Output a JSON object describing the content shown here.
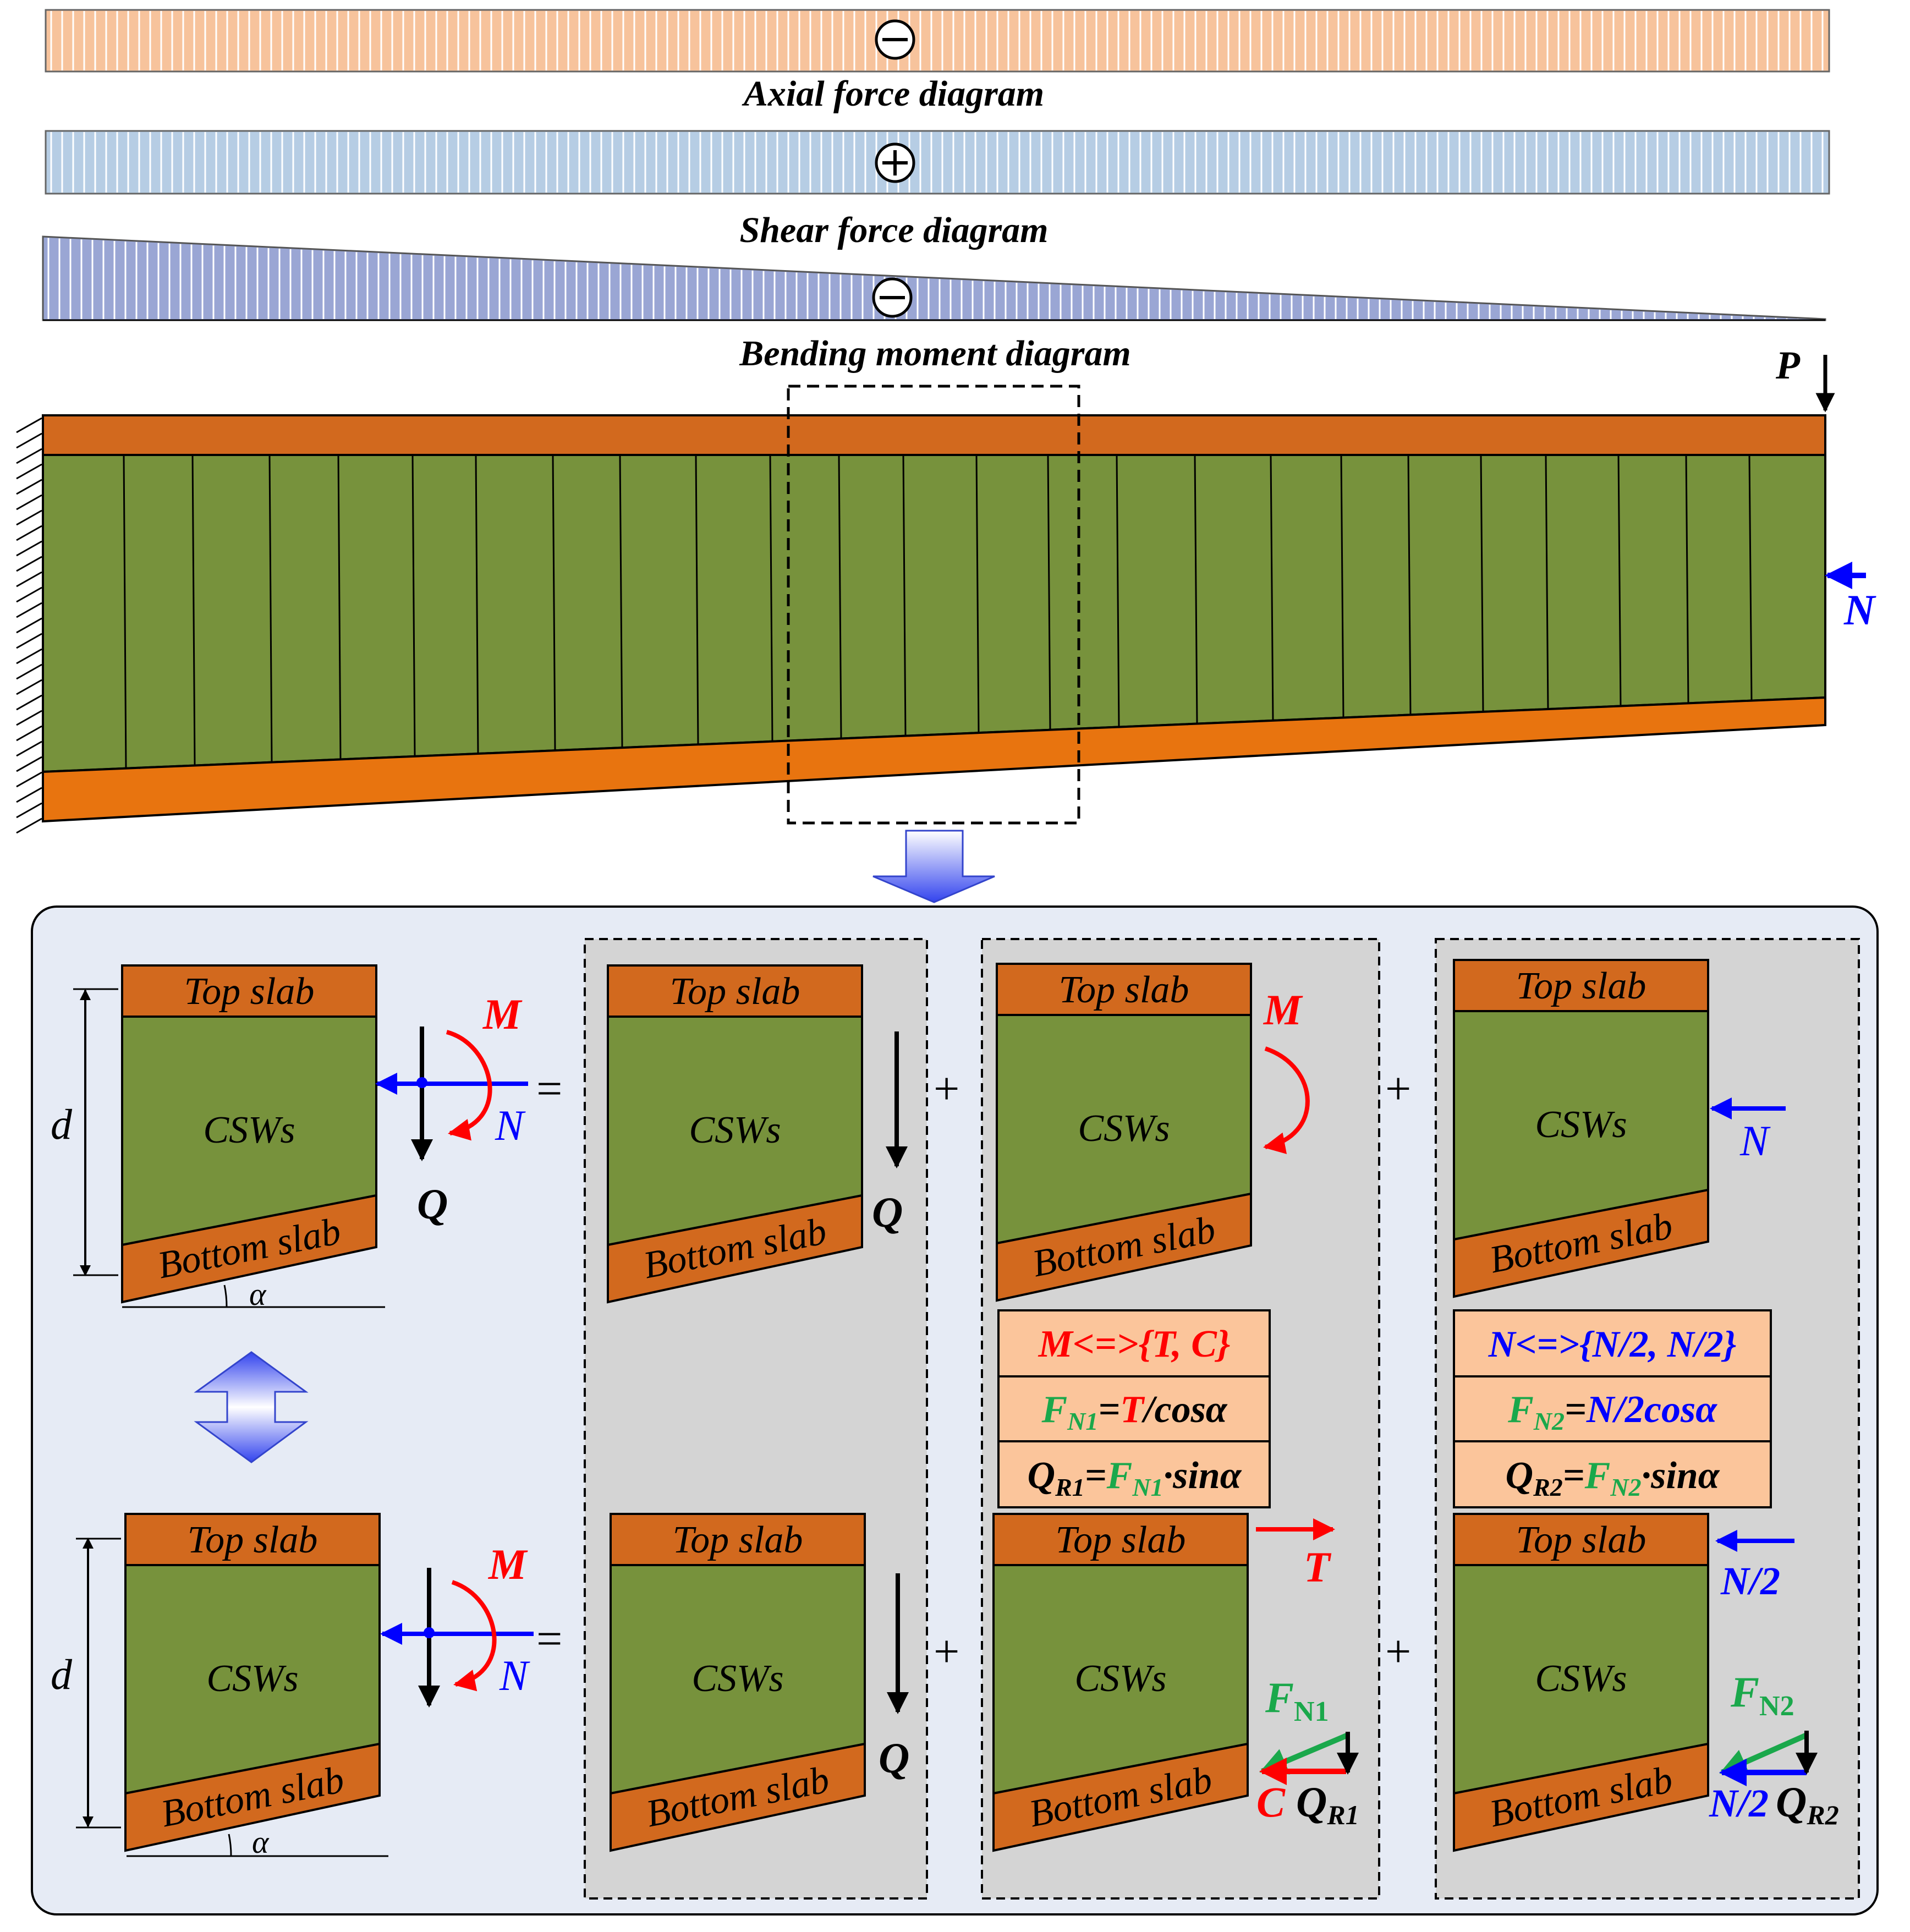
{
  "diagrams": {
    "axial": {
      "title": "Axial force diagram",
      "sign": "minus",
      "fill": "#f7c39c",
      "stripe": "#ffffff"
    },
    "shear": {
      "title": "Shear force diagram",
      "sign": "plus",
      "fill": "#b6cde4",
      "stripe": "#ffffff"
    },
    "moment": {
      "title": "Bending moment diagram",
      "sign": "minus",
      "fill": "#9aa6d4",
      "stripe": "#ffffff"
    }
  },
  "beam": {
    "load_P": "P",
    "load_N": "N",
    "top_color": "#d2691e",
    "bottom_color": "#e8740f",
    "web_color": "#77923c"
  },
  "labels": {
    "top_slab": "Top slab",
    "webs": "CSWs",
    "bottom_slab": "Bottom slab",
    "depth": "d",
    "angle": "α",
    "M": "M",
    "N": "N",
    "Q": "Q",
    "T": "T",
    "C": "C",
    "N_half": "N/2",
    "F": "F",
    "N1": "N1",
    "N2": "N2",
    "QR": "Q",
    "R1": "R1",
    "R2": "R2",
    "equals": "=",
    "plus": "+"
  },
  "equations": {
    "moment_pair": {
      "lhs": "M",
      "arrow": "<=>",
      "open": "{",
      "T": "T",
      "comma": ", ",
      "C": "C",
      "close": "}"
    },
    "fn1": {
      "F": "F",
      "sub": "N1",
      "eq": "=",
      "T": "T",
      "rest": "/cosα"
    },
    "qr1": {
      "Q": "Q",
      "sub": "R1",
      "eq": "=",
      "F": "F",
      "fsub": "N1",
      "rest": "·sinα"
    },
    "axial_pair": {
      "text": "N<=>{N/2, N/2}"
    },
    "fn2": {
      "F": "F",
      "sub": "N2",
      "eq": "=",
      "rest": "N/2cosα"
    },
    "qr2": {
      "Q": "Q",
      "sub": "R2",
      "eq": "=",
      "F": "F",
      "fsub": "N2",
      "rest": "·sinα"
    }
  },
  "colors": {
    "red": "#ff0000",
    "blue": "#0000ff",
    "green": "#1aa84b",
    "panel_bg": "#e6ebf5",
    "box_bg": "#d4d4d4",
    "eq_bg": "#fbc59b"
  }
}
